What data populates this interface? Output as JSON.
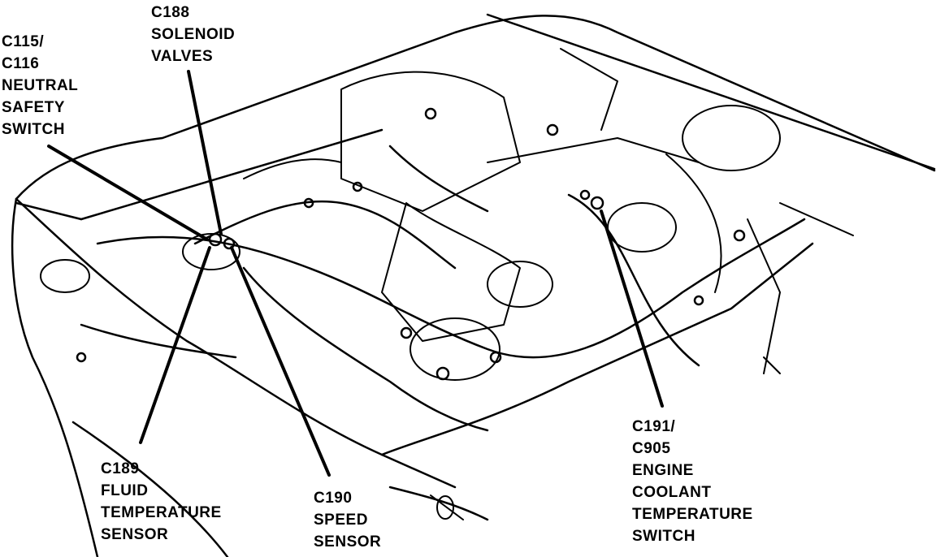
{
  "callouts": {
    "c115": {
      "lines": [
        "C115/",
        "C116",
        "NEUTRAL",
        "SAFETY",
        "SWITCH"
      ]
    },
    "c188": {
      "lines": [
        "C188",
        "SOLENOID",
        "VALVES"
      ]
    },
    "c189": {
      "lines": [
        "C189",
        "FLUID",
        "TEMPERATURE",
        "SENSOR"
      ]
    },
    "c190": {
      "lines": [
        "C190",
        "SPEED",
        "SENSOR"
      ]
    },
    "c191": {
      "lines": [
        "C191/",
        "C905",
        "ENGINE",
        "COOLANT",
        "TEMPERATURE",
        "SWITCH"
      ]
    }
  },
  "colors": {
    "ink": "#000000",
    "paper": "#ffffff"
  }
}
